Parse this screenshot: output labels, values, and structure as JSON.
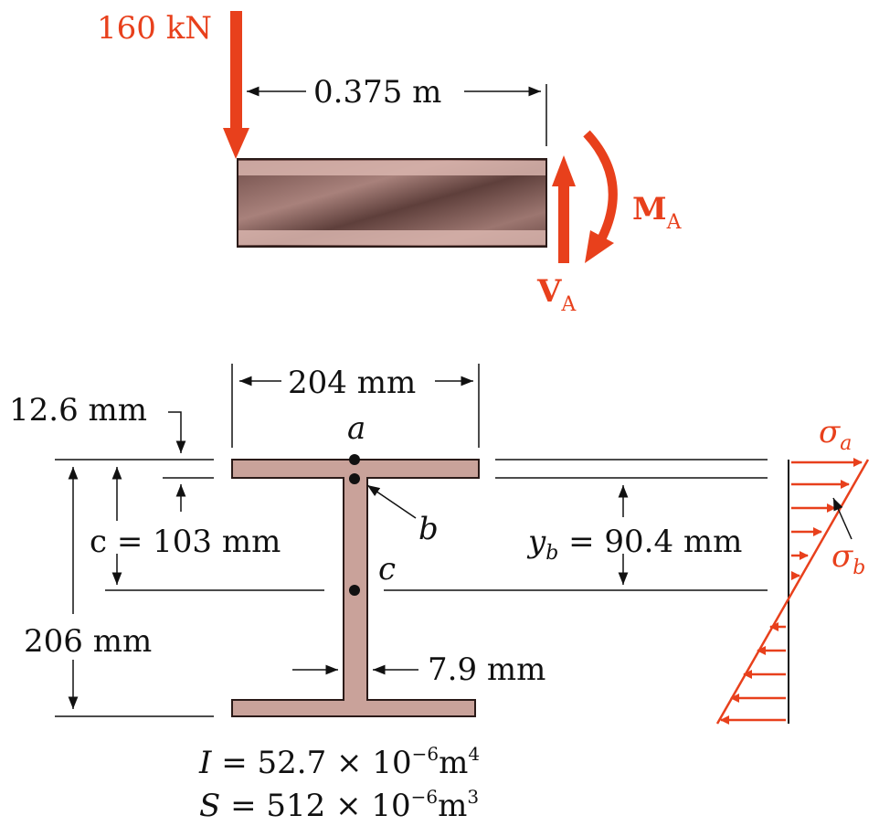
{
  "colors": {
    "force_red": "#e8401c",
    "section_fill": "#c9a29a",
    "section_stroke": "#2a1a18",
    "beam_dark": "#7a5752",
    "line": "#111111"
  },
  "beam_segment": {
    "load_label": "160 kN",
    "span_label": "0.375 m",
    "moment_symbol": "M",
    "moment_subscript": "A",
    "shear_symbol": "V",
    "shear_subscript": "A"
  },
  "section": {
    "width_label": "204 mm",
    "flange_label": "12.6 mm",
    "c_label": "c = 103 mm",
    "height_label": "206 mm",
    "web_label": "7.9 mm",
    "yb_label_main": "y",
    "yb_label_sub": "b",
    "yb_label_rest": " = 90.4 mm",
    "point_a": "a",
    "point_b": "b",
    "point_c": "c"
  },
  "properties": {
    "inertia": {
      "sym": "I",
      "eq": " = 52.7 × 10",
      "exp": "−6",
      "unit": "m",
      "unit_exp": "4"
    },
    "section_modulus": {
      "sym": "S",
      "eq": " = 512 × 10",
      "exp": "−6",
      "unit": "m",
      "unit_exp": "3"
    }
  },
  "stress": {
    "sigma": "σ",
    "sub_a": "a",
    "sub_b": "b"
  }
}
